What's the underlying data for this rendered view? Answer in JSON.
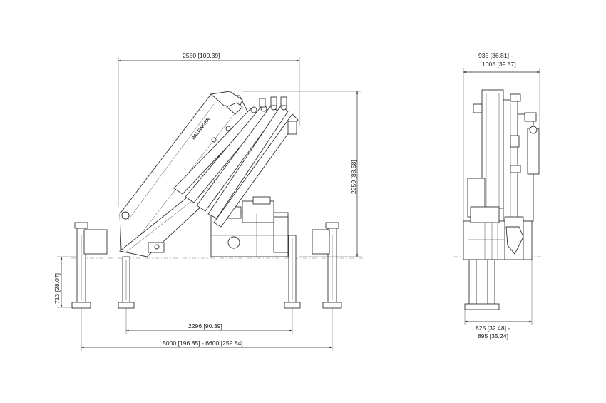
{
  "logo_text": "PALFINGER",
  "dimensions": {
    "overall_width": "2550  [100.39]",
    "height": "2250  [88.58]",
    "leg_height": "713  [28.07]",
    "inner_outrigger": "2296  [90.39]",
    "outrigger_span": "5000 [196.85] - 6600 [259.84]",
    "side_top_line1": "935 [36.81] -",
    "side_top_line2": "1005 [39.57]",
    "side_bottom_line1": "825 [32.48] -",
    "side_bottom_line2": "895 [35.24]"
  }
}
